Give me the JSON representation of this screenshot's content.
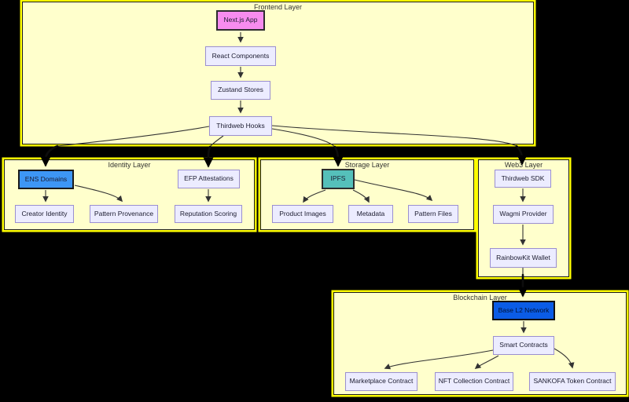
{
  "layers": {
    "frontend": {
      "label": "Frontend Layer"
    },
    "identity": {
      "label": "Identity Layer"
    },
    "storage": {
      "label": "Storage Layer"
    },
    "web3": {
      "label": "Web3 Layer"
    },
    "blockchain": {
      "label": "Blockchain Layer"
    }
  },
  "nodes": {
    "nextjs_app": {
      "label": "Next.js App",
      "fill": "#f78cef"
    },
    "react_components": {
      "label": "React Components"
    },
    "zustand_stores": {
      "label": "Zustand Stores"
    },
    "thirdweb_hooks": {
      "label": "Thirdweb Hooks"
    },
    "ens_domains": {
      "label": "ENS Domains",
      "fill": "#3d96f5"
    },
    "efp_attestations": {
      "label": "EFP Attestations"
    },
    "creator_identity": {
      "label": "Creator Identity"
    },
    "pattern_provenance": {
      "label": "Pattern Provenance"
    },
    "reputation_scoring": {
      "label": "Reputation Scoring"
    },
    "ipfs": {
      "label": "IPFS",
      "fill": "#55c0ba"
    },
    "product_images": {
      "label": "Product Images"
    },
    "metadata": {
      "label": "Metadata"
    },
    "pattern_files": {
      "label": "Pattern Files"
    },
    "thirdweb_sdk": {
      "label": "Thirdweb SDK"
    },
    "wagmi_provider": {
      "label": "Wagmi Provider"
    },
    "rainbowkit_wallet": {
      "label": "RainbowKit Wallet"
    },
    "base_l2_network": {
      "label": "Base L2 Network",
      "fill": "#0b5ce6"
    },
    "smart_contracts": {
      "label": "Smart Contracts"
    },
    "marketplace_contract": {
      "label": "Marketplace Contract"
    },
    "nft_collection_contract": {
      "label": "NFT Collection Contract"
    },
    "sankofa_token_contract": {
      "label": "SANKOFA Token Contract"
    }
  },
  "edges": [
    {
      "from": "nextjs_app",
      "to": "react_components"
    },
    {
      "from": "react_components",
      "to": "zustand_stores"
    },
    {
      "from": "zustand_stores",
      "to": "thirdweb_hooks"
    },
    {
      "from": "thirdweb_hooks",
      "to": "ens_domains"
    },
    {
      "from": "thirdweb_hooks",
      "to": "efp_attestations"
    },
    {
      "from": "thirdweb_hooks",
      "to": "ipfs"
    },
    {
      "from": "thirdweb_hooks",
      "to": "thirdweb_sdk"
    },
    {
      "from": "ens_domains",
      "to": "creator_identity"
    },
    {
      "from": "ens_domains",
      "to": "pattern_provenance"
    },
    {
      "from": "efp_attestations",
      "to": "reputation_scoring"
    },
    {
      "from": "ipfs",
      "to": "product_images"
    },
    {
      "from": "ipfs",
      "to": "metadata"
    },
    {
      "from": "ipfs",
      "to": "pattern_files"
    },
    {
      "from": "thirdweb_sdk",
      "to": "wagmi_provider"
    },
    {
      "from": "wagmi_provider",
      "to": "rainbowkit_wallet"
    },
    {
      "from": "rainbowkit_wallet",
      "to": "base_l2_network"
    },
    {
      "from": "base_l2_network",
      "to": "smart_contracts"
    },
    {
      "from": "smart_contracts",
      "to": "marketplace_contract"
    },
    {
      "from": "smart_contracts",
      "to": "nft_collection_contract"
    },
    {
      "from": "smart_contracts",
      "to": "sankofa_token_contract"
    }
  ],
  "colors": {
    "canvas_bg": "#000000",
    "layer_fill": "#ffffcc",
    "layer_ring": "#ffff00",
    "layer_border": "#1a1a1a",
    "node_fill": "#ececff",
    "node_border": "#9a8fd0",
    "edge": "#333333",
    "nextjs_fill": "#f78cef",
    "ens_fill": "#3d96f5",
    "ipfs_fill": "#55c0ba",
    "base_l2_fill": "#0b5ce6"
  }
}
